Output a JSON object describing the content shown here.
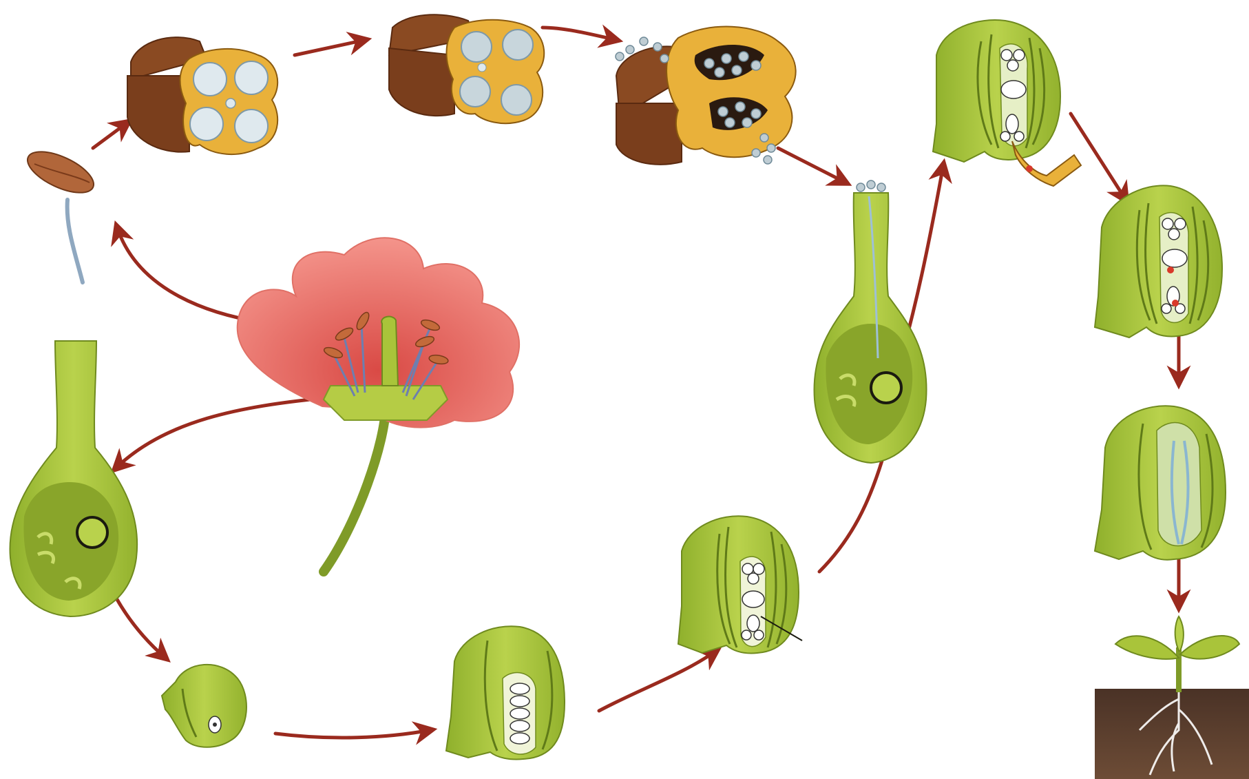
{
  "diagram": {
    "labels": [],
    "stages": [
      {
        "id": "flower",
        "icon": "flower-icon"
      },
      {
        "id": "stamen",
        "icon": "stamen-icon"
      },
      {
        "id": "anther-section",
        "icon": "anther-cross-section-icon"
      },
      {
        "id": "anther-microspores",
        "icon": "anther-microspores-icon"
      },
      {
        "id": "anther-dehiscing",
        "icon": "anther-releasing-pollen-icon"
      },
      {
        "id": "pistil-pollinated",
        "icon": "pistil-with-pollen-tube-icon"
      },
      {
        "id": "ovule-pollen-tube",
        "icon": "ovule-with-pollen-tube-icon"
      },
      {
        "id": "ovule-fertilization",
        "icon": "ovule-double-fertilization-icon"
      },
      {
        "id": "seed-embryo",
        "icon": "seed-with-embryo-icon"
      },
      {
        "id": "seedling",
        "icon": "seedling-icon"
      },
      {
        "id": "pistil",
        "icon": "pistil-icon"
      },
      {
        "id": "young-ovule",
        "icon": "young-ovule-icon"
      },
      {
        "id": "ovule-megaspores",
        "icon": "ovule-megaspores-icon"
      },
      {
        "id": "ovule-embryo-sac",
        "icon": "ovule-embryo-sac-icon"
      }
    ],
    "colors": {
      "arrow": "#9a2a1e",
      "petal": "#f07a72",
      "tissue": "#a9c43a",
      "tissue_dark": "#6f8a1e",
      "tissue_light": "#c9dc6a",
      "anther_brown": "#8a4a22",
      "anther_yellow": "#e9b13a",
      "pollen": "#b9c9cf",
      "soil": "#5a3d2c"
    }
  }
}
